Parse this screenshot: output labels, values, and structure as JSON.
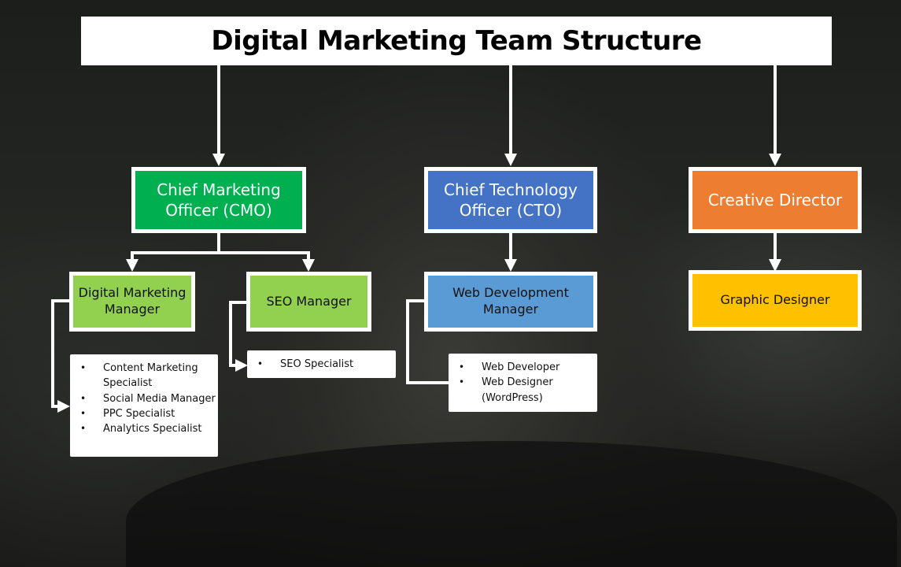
{
  "title": "Digital Marketing Team Structure",
  "colors": {
    "cmo": "#00b050",
    "cto": "#4472c4",
    "creative": "#ed7d31",
    "light_green": "#92d050",
    "light_blue": "#5b9bd5",
    "gold": "#ffc000",
    "connector": "#ffffff"
  },
  "executives": {
    "cmo": "Chief Marketing Officer (CMO)",
    "cto": "Chief Technology Officer (CTO)",
    "creative": "Creative Director"
  },
  "managers": {
    "digital_marketing": "Digital Marketing Manager",
    "seo": "SEO Manager",
    "web_development": "Web Development Manager",
    "graphic_designer": "Graphic Designer"
  },
  "teams": {
    "digital_marketing": [
      "Content Marketing Specialist",
      "Social Media Manager",
      "PPC Specialist",
      "Analytics Specialist"
    ],
    "seo": [
      "SEO Specialist"
    ],
    "web_development": [
      "Web Developer",
      "Web Designer (WordPress)"
    ]
  }
}
